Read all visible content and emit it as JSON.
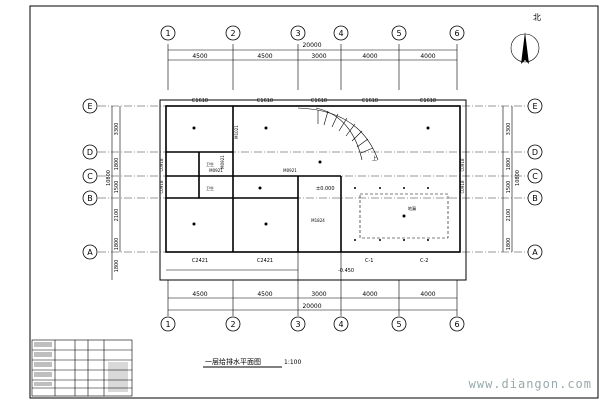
{
  "drawing": {
    "title": "一层给排水平面图",
    "scale": "1:100",
    "north_label": "北",
    "watermark": "www.diangon.com"
  },
  "grid": {
    "columns": [
      "1",
      "2",
      "3",
      "4",
      "5",
      "6"
    ],
    "rows": [
      "E",
      "D",
      "C",
      "B",
      "A"
    ],
    "top_spans": [
      "4500",
      "4500",
      "3000",
      "4000",
      "4000"
    ],
    "top_total": "20000",
    "bottom_spans": [
      "4500",
      "4500",
      "3000",
      "4000",
      "4000"
    ],
    "bottom_total": "20000",
    "left_spans": [
      "3300",
      "1800",
      "1500",
      "2100",
      "1800"
    ],
    "right_spans": [
      "3300",
      "1800",
      "1500",
      "2100",
      "1800"
    ],
    "left_total": "10800",
    "right_total": "10800",
    "left_bottom_extra": "1800"
  },
  "windows": {
    "top": [
      "C1618",
      "C1618",
      "C1618",
      "C1618",
      "C1618"
    ],
    "bottom": [
      "C2421",
      "C2421"
    ],
    "left": [
      "C0918",
      "C0918"
    ],
    "right": [
      "C0918",
      "C0918"
    ]
  },
  "doors": [
    "M1021",
    "M0921",
    "M0921",
    "M0921",
    "M1824"
  ],
  "labels": {
    "elevation_main": "±0.000",
    "elevation_step": "-0.450",
    "section_c1": "C-1",
    "section_c2": "C-2",
    "stair": "上",
    "room_a": "卫生",
    "room_b": "卫生",
    "fixture": "地漏"
  },
  "legend_table": {
    "rows": [
      "",
      "",
      "",
      "",
      ""
    ]
  }
}
